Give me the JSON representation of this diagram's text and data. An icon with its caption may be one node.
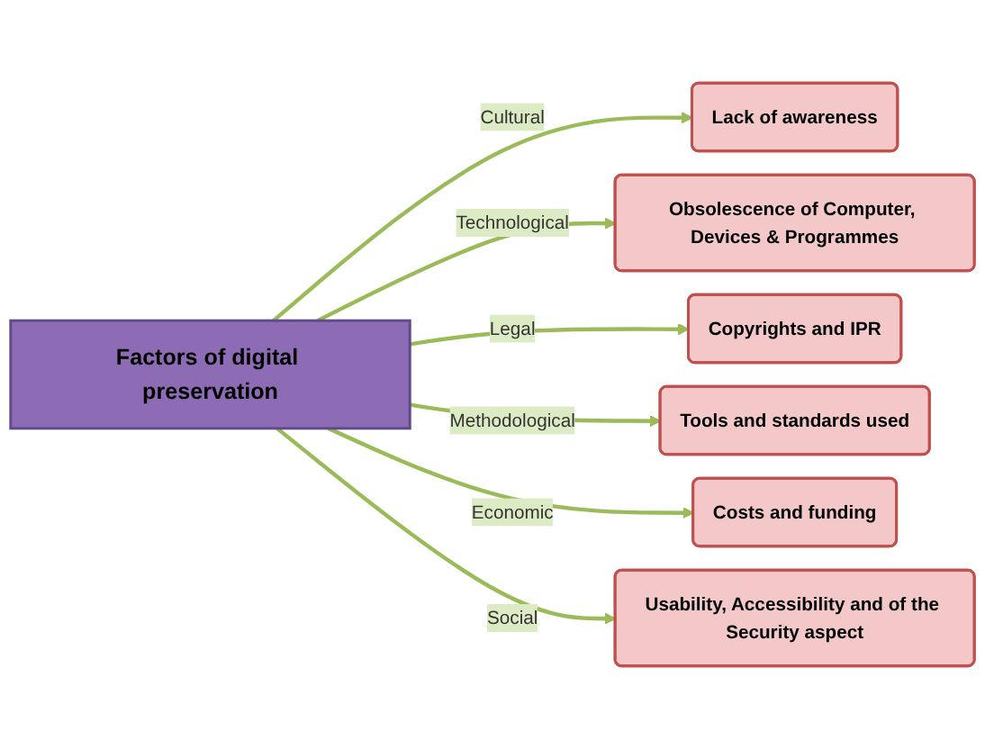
{
  "diagram": {
    "nodes": [
      {
        "text": [
          "Factors of digital preservation"
        ]
      },
      {
        "text": [
          "Lack of awareness"
        ]
      },
      {
        "text": [
          "Obsolescence of Computer, Devices & Programmes"
        ]
      },
      {
        "text": [
          "Copyrights and IPR"
        ]
      },
      {
        "text": [
          "Tools and standards used"
        ]
      },
      {
        "text": [
          "Costs and funding"
        ]
      },
      {
        "text": [
          "Usability, Accessibility and of the Security aspect"
        ]
      }
    ],
    "edges": [
      {
        "from": 0,
        "to": 1,
        "arrow": "to",
        "label": "Cultural"
      },
      {
        "from": 0,
        "to": 2,
        "arrow": "to",
        "label": "Technological"
      },
      {
        "from": 0,
        "to": 3,
        "arrow": "to",
        "label": "Legal"
      },
      {
        "from": 0,
        "to": 4,
        "arrow": "to",
        "label": "Methodological"
      },
      {
        "from": 0,
        "to": 5,
        "arrow": "to",
        "label": "Economic"
      },
      {
        "from": 0,
        "to": 6,
        "arrow": "to",
        "label": "Social"
      }
    ]
  }
}
